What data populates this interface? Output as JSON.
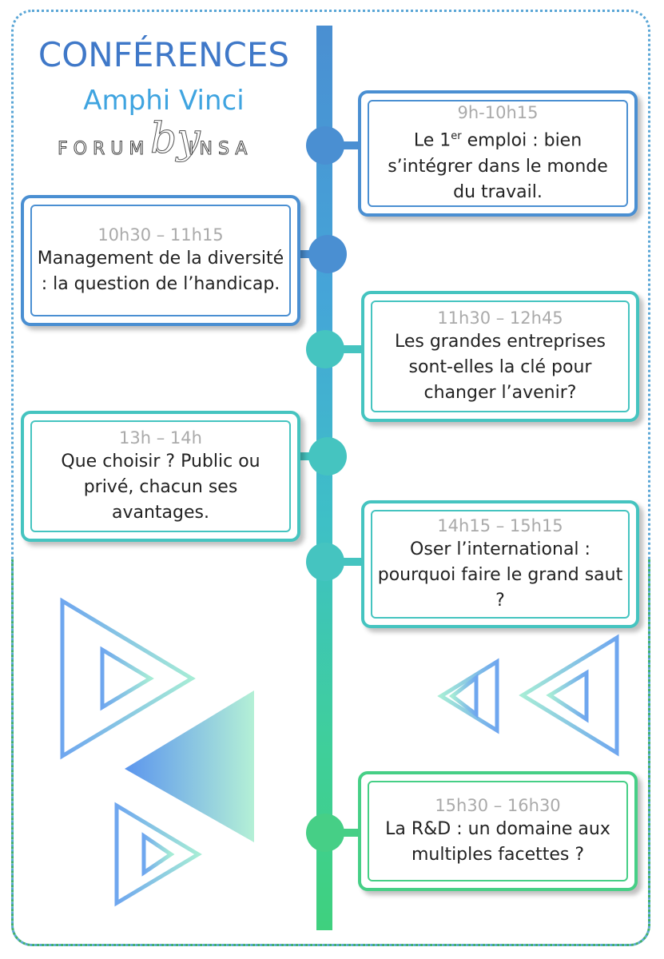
{
  "header": {
    "title": "CONFÉRENCES",
    "subtitle": "Amphi Vinci",
    "logo": {
      "left": "FORUM",
      "middle": "by",
      "right": "INSA"
    }
  },
  "colors": {
    "blue": "#4a8fd2",
    "teal": "#3ec0c6",
    "green": "#3fd07e",
    "frame_blue": "#5aa6d6",
    "frame_green": "#41b06a"
  },
  "sessions": [
    {
      "time": "9h-10h15",
      "title_pre": "Le 1",
      "title_sup": "er",
      "title_post": " emploi : bien s’intégrer dans le monde du travail.",
      "color": "#4a8fd2"
    },
    {
      "time": "10h30 – 11h15",
      "title": "Management de la diversité : la question de l’handicap.",
      "color": "#4a8fd2"
    },
    {
      "time": "11h30 – 12h45",
      "title": "Les grandes entreprises sont-elles la clé pour changer l’avenir?",
      "color": "#45c4c0"
    },
    {
      "time": "13h – 14h",
      "title": "Que choisir ? Public ou privé, chacun ses avantages.",
      "color": "#45c4c0"
    },
    {
      "time": "14h15 – 15h15",
      "title": "Oser l’international : pourquoi faire le grand saut ?",
      "color": "#45c4c0"
    },
    {
      "time": "15h30 – 16h30",
      "title": "La R&D : un domaine aux multiples facettes ?",
      "color": "#46cf86"
    }
  ]
}
